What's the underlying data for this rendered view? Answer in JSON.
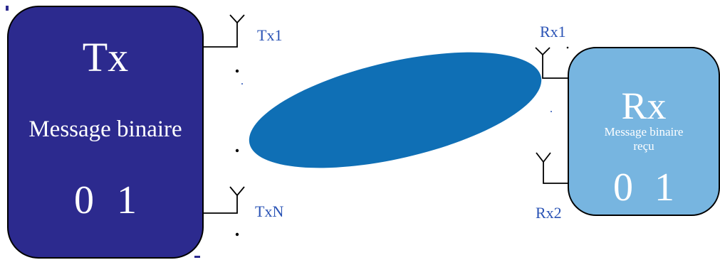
{
  "transmitter": {
    "title": "Tx",
    "message": "Message binaire",
    "bits": "0 1",
    "fill_color": "#2c2a8e"
  },
  "receiver": {
    "title": "Rx",
    "message_line1": "Message binaire",
    "message_line2": "reçu",
    "bits": "0 1",
    "fill_color": "#77b5e0"
  },
  "antennas": {
    "tx1": "Tx1",
    "txn": "TxN",
    "rx1": "Rx1",
    "rx2": "Rx2",
    "label_color": "#2a53b5"
  },
  "channel": {
    "fill_color": "#0f6fb5"
  }
}
